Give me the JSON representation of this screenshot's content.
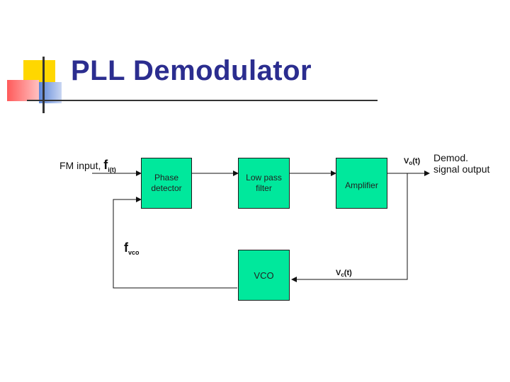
{
  "slide": {
    "title": "PLL Demodulator"
  },
  "diagram": {
    "blocks": {
      "phase_detector": "Phase\ndetector",
      "low_pass_filter": "Low pass\nfilter",
      "amplifier": "Amplifier",
      "vco": "VCO"
    },
    "labels": {
      "fm_input_prefix": "FM input,",
      "fi_main": "f",
      "fi_sub": "i(t)",
      "fvco_main": "f",
      "fvco_sub": "vco",
      "vo_main": "V",
      "vo_sub": "o",
      "vo_suffix": "(t)",
      "vc_main": "V",
      "vc_sub": "c",
      "vc_suffix": "(t)",
      "output_line1": "Demod.",
      "output_line2": "signal output"
    }
  },
  "colors": {
    "title": "#2b2d8f",
    "block_fill": "#00e89c",
    "accent_yellow": "#ffd700",
    "accent_red": "#ff6b6b",
    "accent_blue": "#6a8fd9"
  }
}
